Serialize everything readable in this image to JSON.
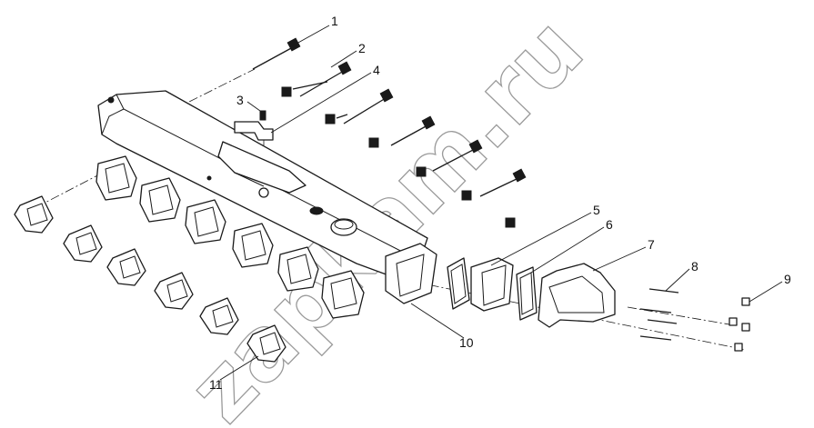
{
  "watermark": "zapkam.ru",
  "callouts": [
    "1",
    "2",
    "3",
    "4",
    "5",
    "6",
    "7",
    "8",
    "9",
    "10",
    "11"
  ]
}
